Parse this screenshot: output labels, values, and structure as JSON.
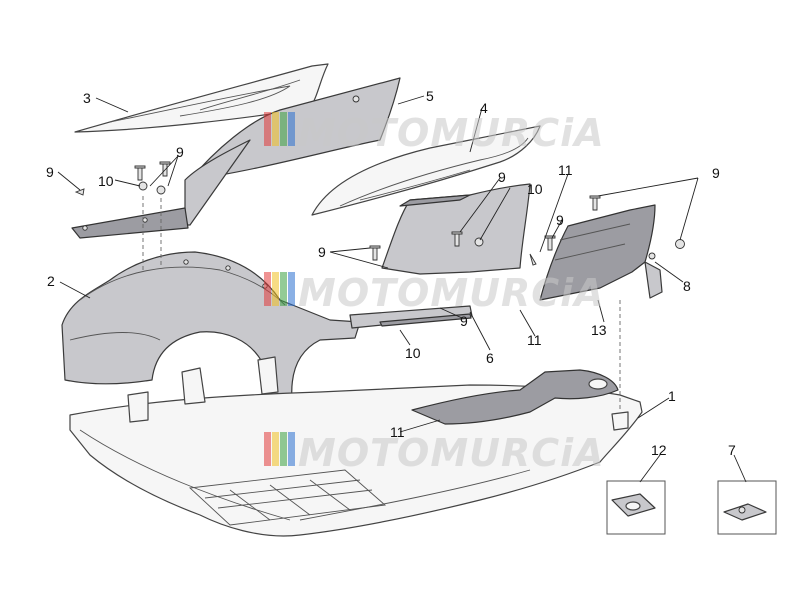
{
  "watermark": {
    "text": "MOTOMURCiA",
    "stripe_colors": [
      "#e23b3b",
      "#f0c020",
      "#3aa040",
      "#2a6fd0"
    ]
  },
  "callouts": {
    "c1": "1",
    "c2": "2",
    "c3": "3",
    "c4": "4",
    "c5": "5",
    "c6": "6",
    "c7": "7",
    "c8": "8",
    "c9a": "9",
    "c9b": "9",
    "c9c": "9",
    "c9d": "9",
    "c9e": "9",
    "c9f": "9",
    "c9g": "9",
    "c10a": "10",
    "c10b": "10",
    "c10c": "10",
    "c11a": "11",
    "c11b": "11",
    "c11c": "11",
    "c12": "12",
    "c13": "13"
  }
}
